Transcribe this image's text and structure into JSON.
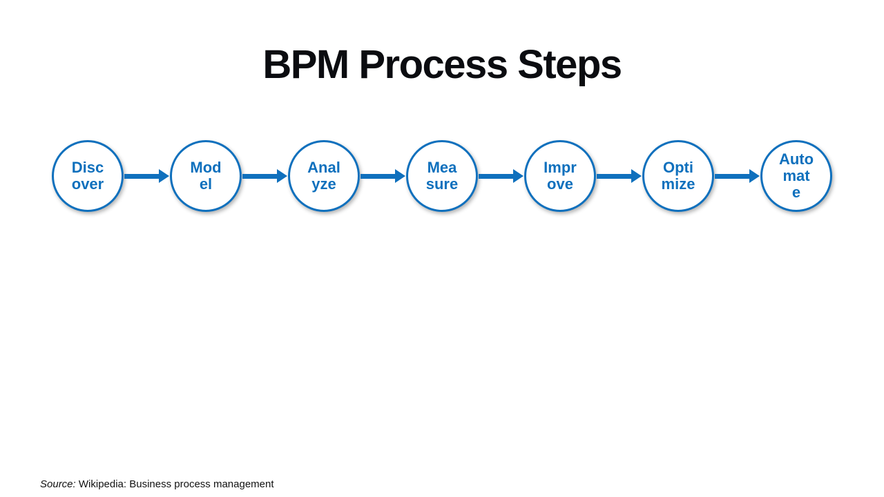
{
  "title": "BPM Process Steps",
  "colors": {
    "accent": "#0f70bd",
    "title": "#0b0c10",
    "background": "#ffffff"
  },
  "steps": [
    {
      "label": "Discover",
      "lines": [
        "Disc",
        "over"
      ]
    },
    {
      "label": "Model",
      "lines": [
        "Mod",
        "el"
      ]
    },
    {
      "label": "Analyze",
      "lines": [
        "Anal",
        "yze"
      ]
    },
    {
      "label": "Measure",
      "lines": [
        "Mea",
        "sure"
      ]
    },
    {
      "label": "Improve",
      "lines": [
        "Impr",
        "ove"
      ]
    },
    {
      "label": "Optimize",
      "lines": [
        "Opti",
        "mize"
      ]
    },
    {
      "label": "Automate",
      "lines": [
        "Auto",
        "mat",
        "e"
      ]
    }
  ],
  "source": {
    "prefix": "Source:",
    "text": " Wikipedia: Business process management"
  }
}
